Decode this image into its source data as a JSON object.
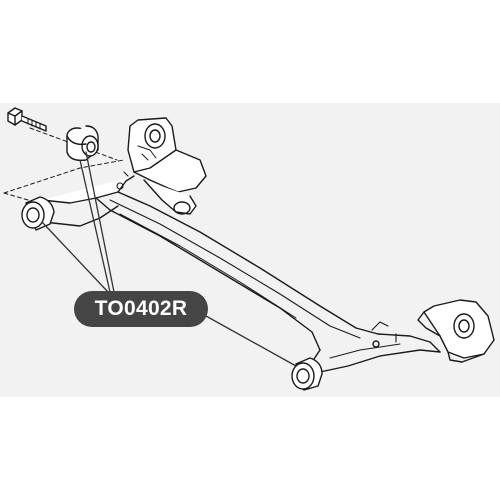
{
  "part_label": {
    "text": "TO0402R",
    "badge_color": "#454545",
    "text_color": "#ffffff"
  },
  "colors": {
    "background": "#ffffff",
    "panel": "#f2f2f2",
    "line_art": "#1a1a1a",
    "leader_line": "#333333"
  },
  "parts": [
    {
      "name": "bolt"
    },
    {
      "name": "bushing"
    },
    {
      "name": "rear-axle-beam"
    },
    {
      "name": "left-bushing-eye"
    },
    {
      "name": "right-bushing-eye"
    },
    {
      "name": "left-mount-bracket"
    },
    {
      "name": "right-mount-bracket"
    }
  ]
}
